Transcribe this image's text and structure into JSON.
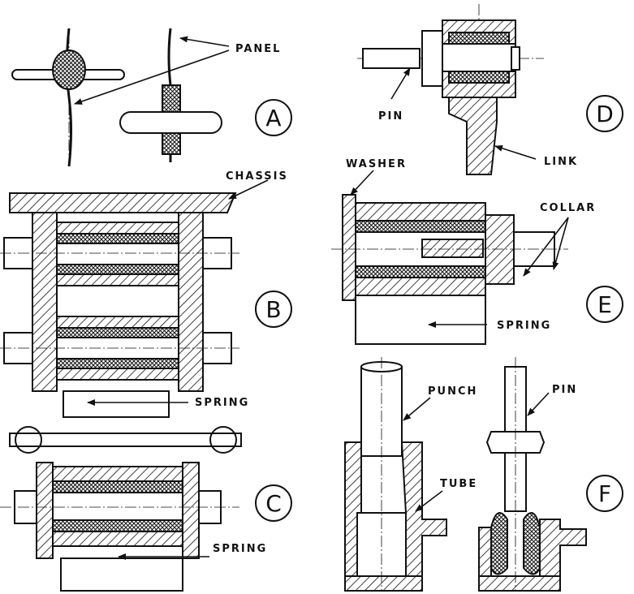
{
  "labels": {
    "panel": "PANEL",
    "chassis": "CHASSIS",
    "spring_b": "SPRING",
    "spring_c": "SPRING",
    "pin_d": "PIN",
    "link": "LINK",
    "washer": "WASHER",
    "collar": "COLLAR",
    "spring_e": "SPRING",
    "punch": "PUNCH",
    "tube": "TUBE",
    "pin_f": "PIN"
  },
  "panels": {
    "a": "A",
    "b": "B",
    "c": "C",
    "d": "D",
    "e": "E",
    "f": "F"
  },
  "colors": {
    "ink": "#111111",
    "background": "#ffffff"
  }
}
